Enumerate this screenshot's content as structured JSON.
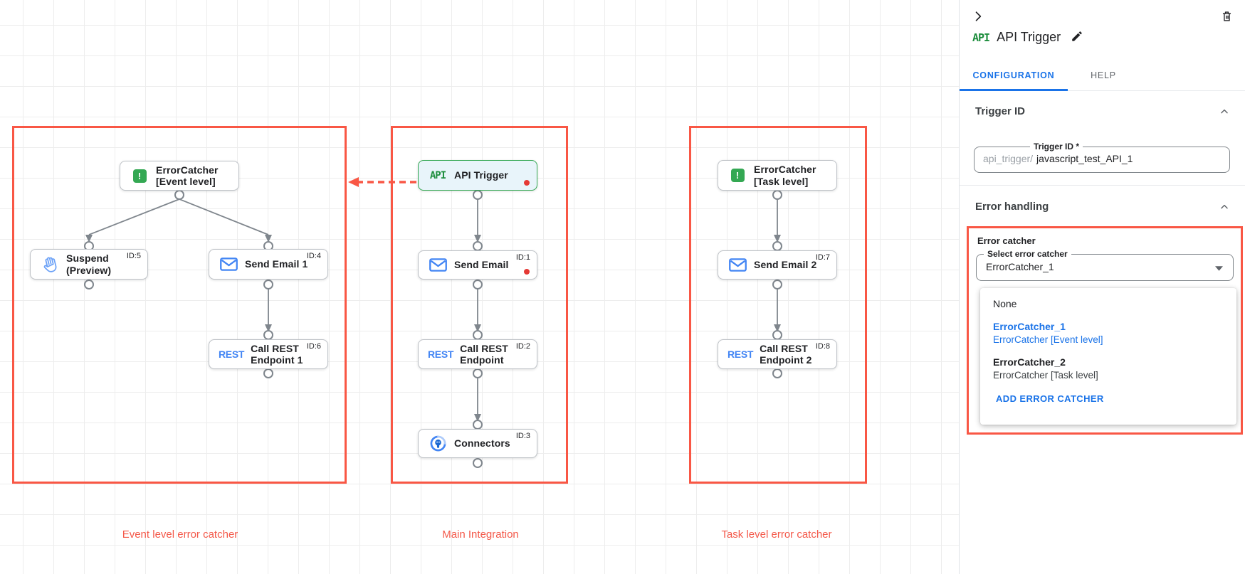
{
  "colors": {
    "highlight_red": "#f95745",
    "label_red": "#f4594a",
    "status_dot_red": "#e53935",
    "accent_blue": "#4285f4",
    "accent_green": "#34a853",
    "link_blue": "#1a73e8"
  },
  "icons": {
    "api_glyph": "API",
    "rest_glyph": "REST",
    "error_glyph": "!"
  },
  "canvas": {
    "groups": [
      {
        "label": "Event level error catcher"
      },
      {
        "label": "Main Integration"
      },
      {
        "label": "Task level error catcher"
      }
    ],
    "nodes": [
      {
        "title": "ErrorCatcher\n[Event level]",
        "icon": "error-catcher-icon",
        "id_label": ""
      },
      {
        "title": "Suspend\n(Preview)",
        "icon": "hand-icon",
        "id_label": "ID:5"
      },
      {
        "title": "Send Email 1",
        "icon": "email-icon",
        "id_label": "ID:4"
      },
      {
        "title": "Call REST\nEndpoint 1",
        "icon": "rest-icon",
        "id_label": "ID:6"
      },
      {
        "title": "API Trigger",
        "icon": "api-icon",
        "id_label": ""
      },
      {
        "title": "Send Email",
        "icon": "email-icon",
        "id_label": "ID:1"
      },
      {
        "title": "Call REST\nEndpoint",
        "icon": "rest-icon",
        "id_label": "ID:2"
      },
      {
        "title": "Connectors",
        "icon": "connectors-icon",
        "id_label": "ID:3"
      },
      {
        "title": "ErrorCatcher\n[Task level]",
        "icon": "error-catcher-icon",
        "id_label": ""
      },
      {
        "title": "Send Email 2",
        "icon": "email-icon",
        "id_label": "ID:7"
      },
      {
        "title": "Call REST\nEndpoint 2",
        "icon": "rest-icon",
        "id_label": "ID:8"
      }
    ]
  },
  "panel": {
    "title": "API Trigger",
    "tabs": [
      {
        "label": "CONFIGURATION"
      },
      {
        "label": "HELP"
      }
    ],
    "trigger_id": {
      "heading": "Trigger ID",
      "field_label": "Trigger ID *",
      "prefix": "api_trigger/",
      "value": "javascript_test_API_1"
    },
    "error_handling": {
      "heading": "Error handling",
      "group_label": "Error catcher",
      "select_label": "Select error catcher",
      "select_value": "ErrorCatcher_1",
      "options": [
        {
          "name": "None",
          "subtitle": ""
        },
        {
          "name": "ErrorCatcher_1",
          "subtitle": "ErrorCatcher [Event level]"
        },
        {
          "name": "ErrorCatcher_2",
          "subtitle": "ErrorCatcher [Task level]"
        }
      ],
      "add_button": "ADD ERROR CATCHER"
    }
  }
}
